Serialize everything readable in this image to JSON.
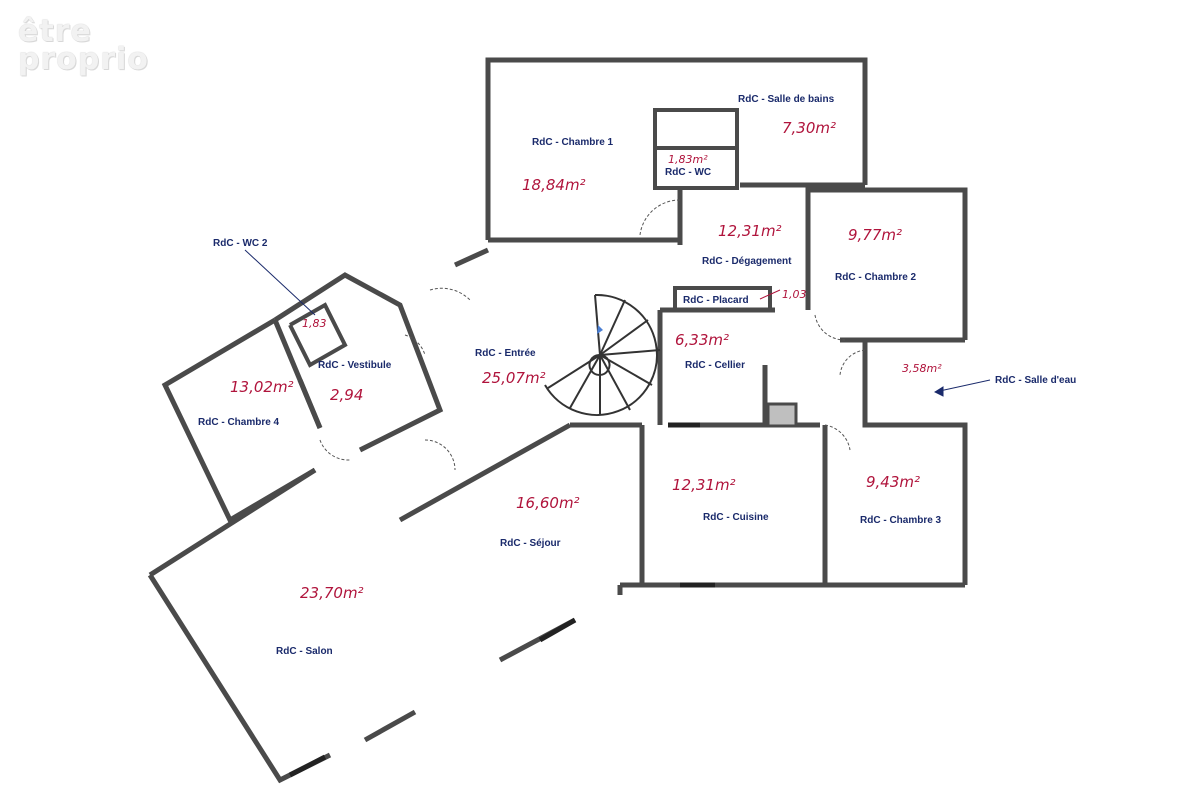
{
  "logo": {
    "line1": "être",
    "line2": "proprio"
  },
  "rooms": {
    "salle_de_bains": {
      "label": "RdC - Salle de bains",
      "area": "7,30m²"
    },
    "chambre1": {
      "label": "RdC - Chambre 1",
      "area": "18,84m²"
    },
    "wc": {
      "label": "RdC - WC",
      "area": "1,83m²"
    },
    "degagement": {
      "label": "RdC - Dégagement",
      "area": "12,31m²"
    },
    "chambre2": {
      "label": "RdC - Chambre 2",
      "area": "9,77m²"
    },
    "wc2": {
      "label": "RdC - WC 2",
      "area": "1,83"
    },
    "placard": {
      "label": "RdC - Placard",
      "area": "1,03"
    },
    "cellier": {
      "label": "RdC - Cellier",
      "area": "6,33m²"
    },
    "vestibule": {
      "label": "RdC - Vestibule",
      "area": "2,94"
    },
    "entree": {
      "label": "RdC - Entrée",
      "area": "25,07m²"
    },
    "salle_deau": {
      "label": "RdC - Salle d'eau",
      "area": "3,58m²"
    },
    "chambre4": {
      "label": "RdC - Chambre 4",
      "area": "13,02m²"
    },
    "cuisine": {
      "label": "RdC - Cuisine",
      "area": "12,31m²"
    },
    "chambre3": {
      "label": "RdC - Chambre 3",
      "area": "9,43m²"
    },
    "sejour": {
      "label": "RdC - Séjour",
      "area": "16,60m²"
    },
    "salon": {
      "label": "RdC - Salon",
      "area": "23,70m²"
    }
  },
  "colors": {
    "wall": "#4a4a4a",
    "label": "#1a2a6b",
    "handwriting": "#b0143c",
    "window": "#6aa0d8",
    "arrow": "#4a7fd4"
  }
}
